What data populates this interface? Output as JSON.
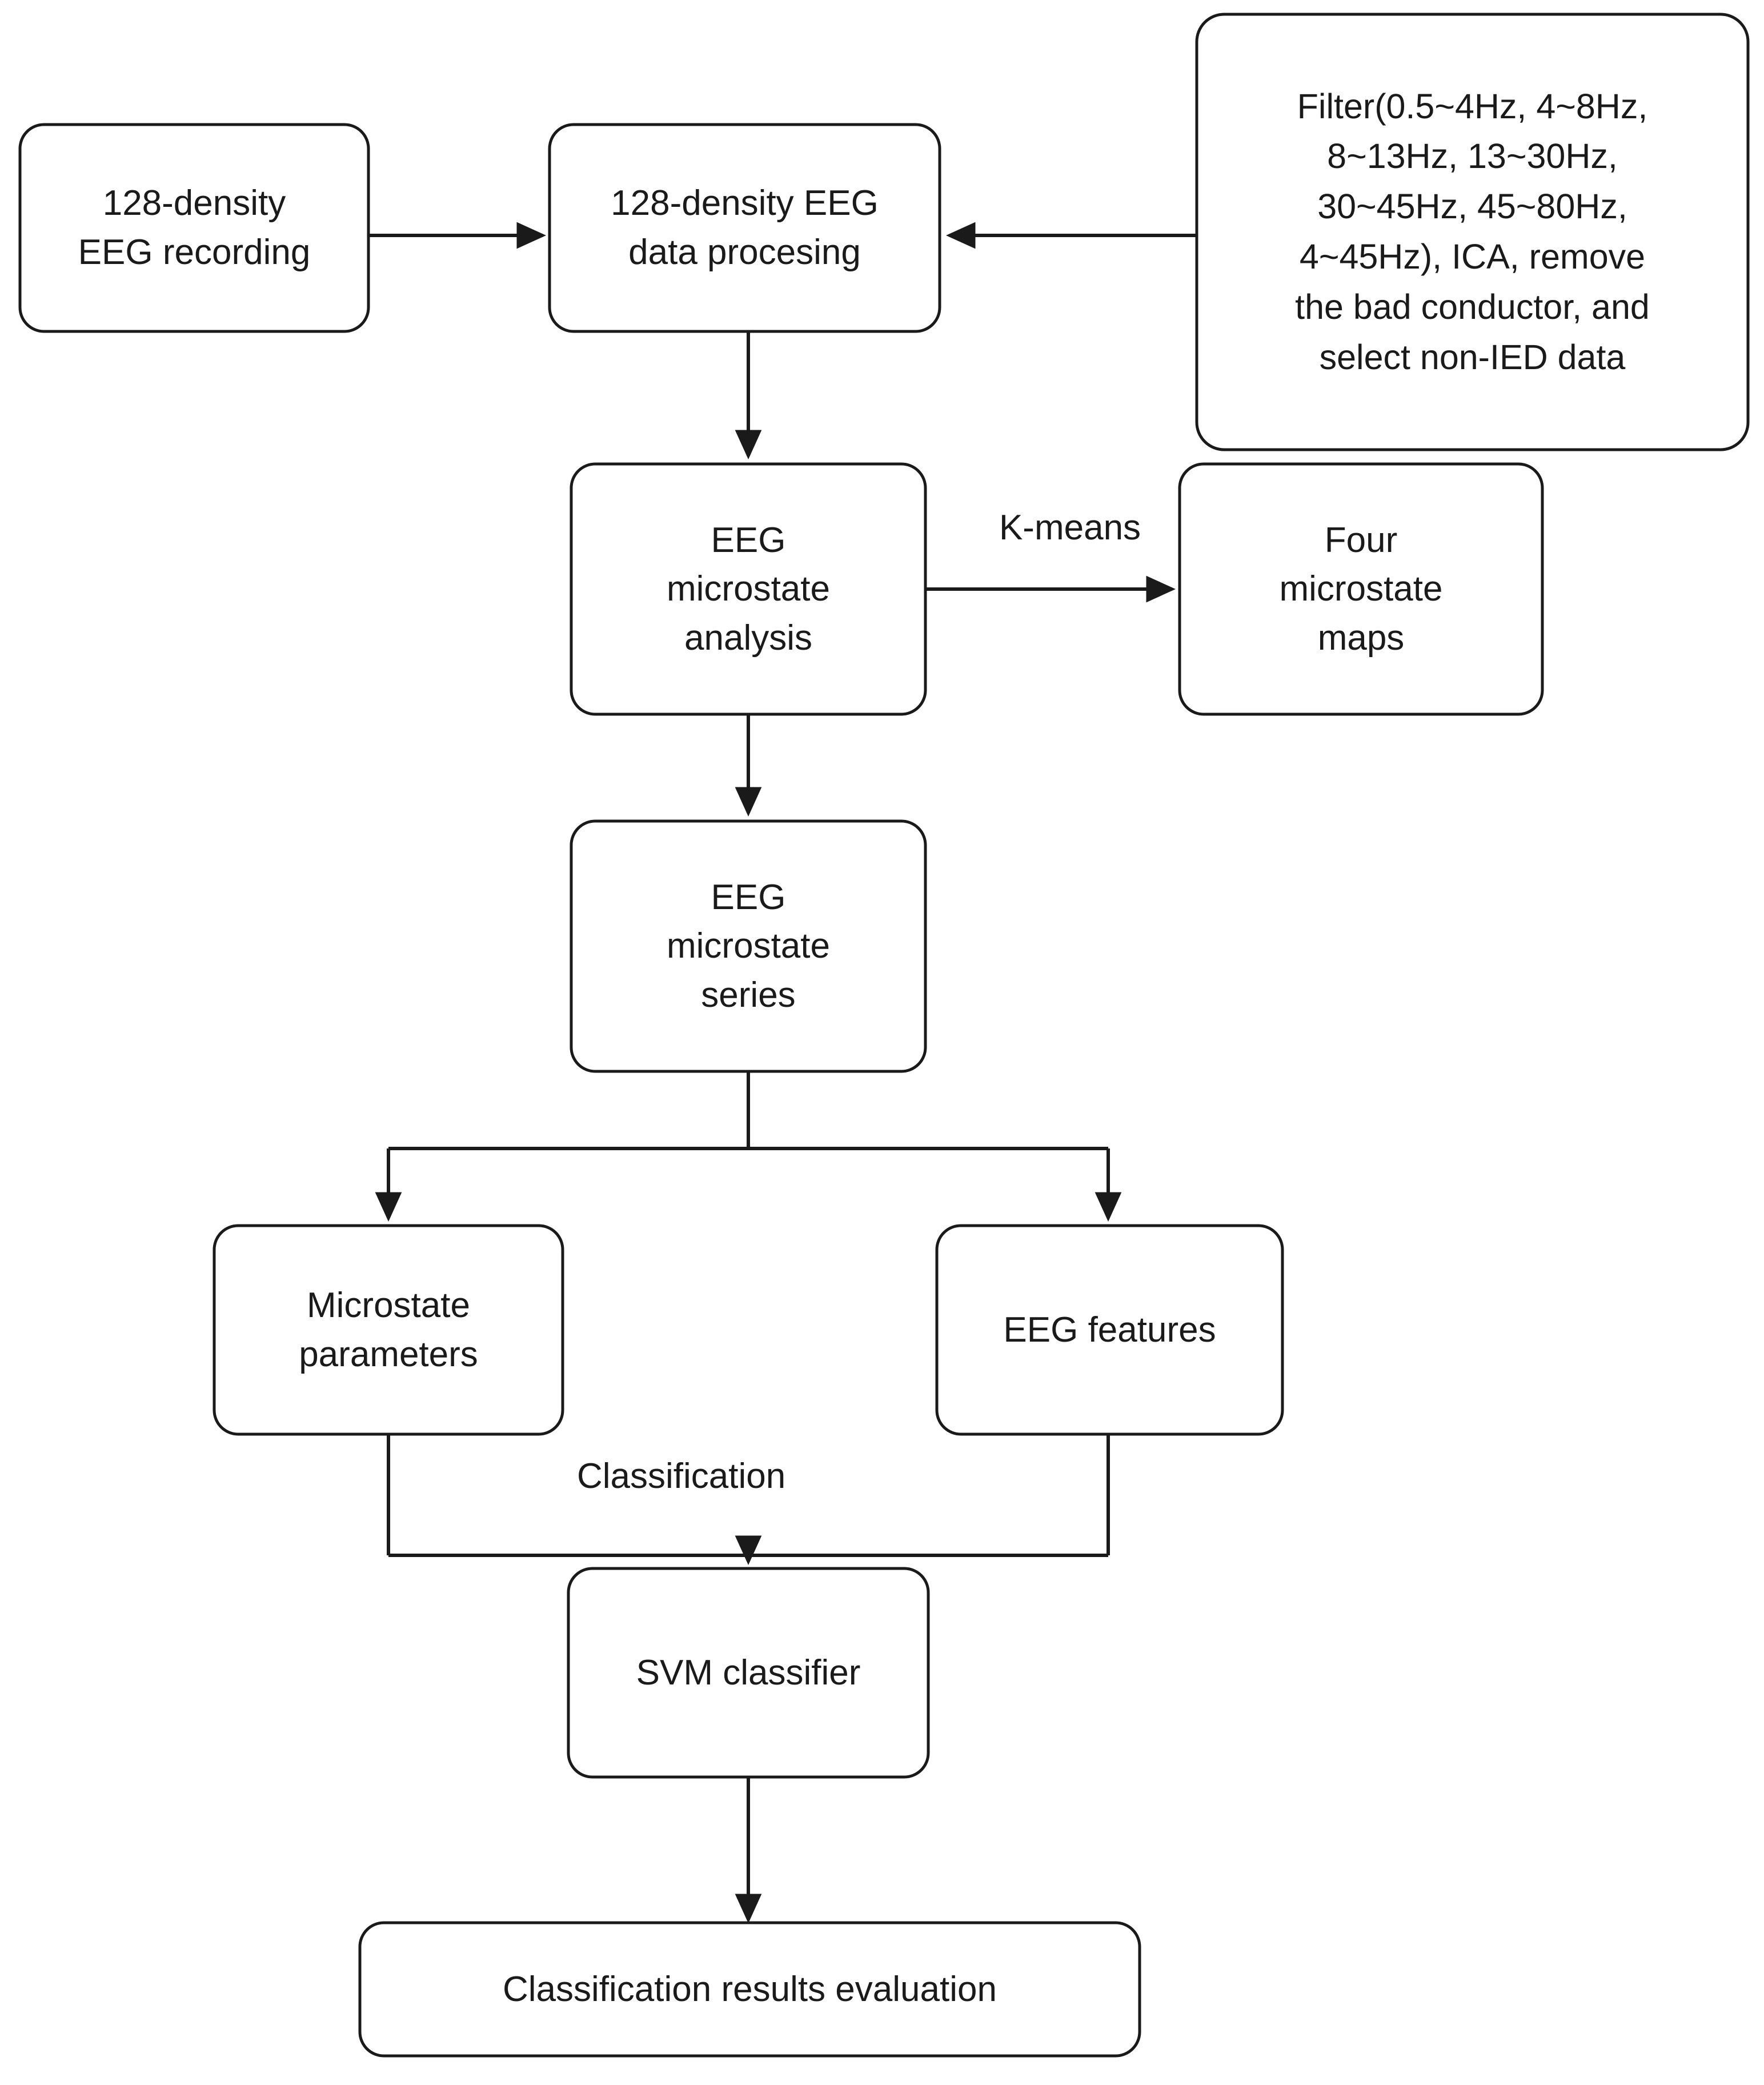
{
  "diagram": {
    "type": "flowchart",
    "title": "",
    "orientation": "top-to-bottom",
    "background_color": "#ffffff",
    "line_color": "#1a1a1a",
    "text_color": "#1a1a1a",
    "node_fill": "#ffffff"
  },
  "nodes": [
    {
      "id": "eeg-recording",
      "label": "128-density\nEEG recording",
      "shape": "rounded-rect"
    },
    {
      "id": "data-processing",
      "label": "128-density EEG\ndata procesing",
      "shape": "rounded-rect"
    },
    {
      "id": "preprocessing-detail",
      "label": "Filter(0.5~4Hz, 4~8Hz,\n8~13Hz, 13~30Hz,\n30~45Hz, 45~80Hz,\n4~45Hz), ICA, remove\nthe bad conductor, and\nselect non-IED data",
      "shape": "rounded-rect"
    },
    {
      "id": "microstate-analysis",
      "label": "EEG\nmicrostate\nanalysis",
      "shape": "rounded-rect"
    },
    {
      "id": "microstate-maps",
      "label": "Four\nmicrostate\nmaps",
      "shape": "rounded-rect"
    },
    {
      "id": "microstate-series",
      "label": "EEG\nmicrostate\nseries",
      "shape": "rounded-rect"
    },
    {
      "id": "microstate-parameters",
      "label": "Microstate\nparameters",
      "shape": "rounded-rect"
    },
    {
      "id": "eeg-features",
      "label": "EEG features",
      "shape": "rounded-rect"
    },
    {
      "id": "svm-classifier",
      "label": "SVM classifier",
      "shape": "rounded-rect"
    },
    {
      "id": "results-evaluation",
      "label": "Classification results evaluation",
      "shape": "rounded-rect"
    }
  ],
  "edges": [
    {
      "id": "e1",
      "from": "eeg-recording",
      "to": "data-processing",
      "label": ""
    },
    {
      "id": "e2",
      "from": "preprocessing-detail",
      "to": "data-processing",
      "label": ""
    },
    {
      "id": "e3",
      "from": "data-processing",
      "to": "microstate-analysis",
      "label": ""
    },
    {
      "id": "e4",
      "from": "microstate-analysis",
      "to": "microstate-maps",
      "label": "K-means"
    },
    {
      "id": "e5",
      "from": "microstate-analysis",
      "to": "microstate-series",
      "label": ""
    },
    {
      "id": "e6",
      "from": "microstate-series",
      "to": "microstate-parameters",
      "label": ""
    },
    {
      "id": "e7",
      "from": "microstate-series",
      "to": "eeg-features",
      "label": ""
    },
    {
      "id": "e8",
      "from": "microstate-parameters",
      "to": "svm-classifier",
      "label": "Classification"
    },
    {
      "id": "e9",
      "from": "eeg-features",
      "to": "svm-classifier",
      "label": ""
    },
    {
      "id": "e10",
      "from": "svm-classifier",
      "to": "results-evaluation",
      "label": ""
    }
  ],
  "edge_labels": {
    "kmeans": "K-means",
    "classification": "Classification"
  }
}
